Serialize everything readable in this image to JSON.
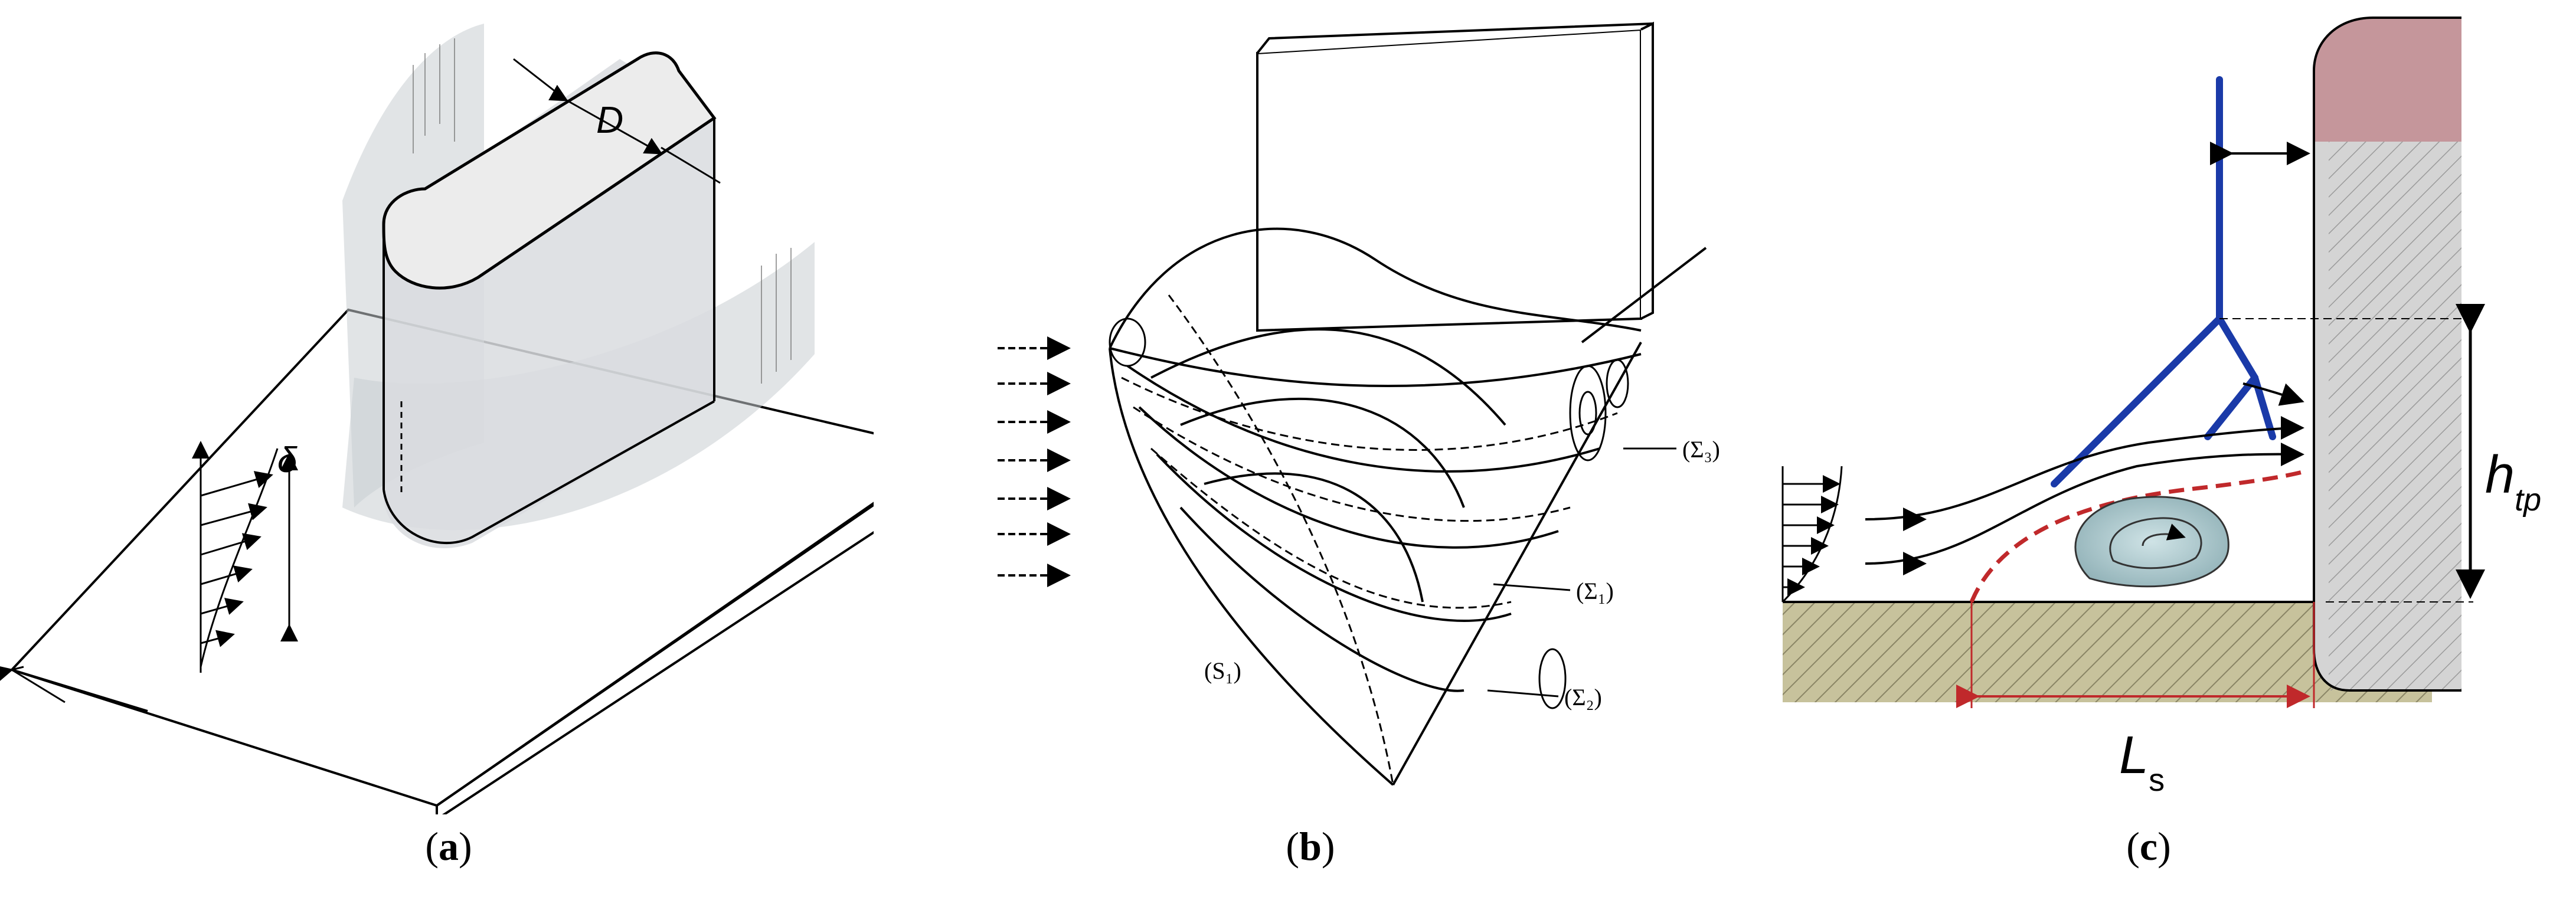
{
  "panels": [
    {
      "id": "a",
      "caption_open": "(",
      "caption_letter": "a",
      "caption_close": ")",
      "labels": {
        "diameter": "D",
        "boundary_layer": "δ"
      }
    },
    {
      "id": "b",
      "caption_open": "(",
      "caption_letter": "b",
      "caption_close": ")",
      "labels": {
        "sigma3": "(Σ₃)",
        "sigma1": "(Σ₁)",
        "sigma2": "(Σ₂)",
        "s1": "(S₁)"
      }
    },
    {
      "id": "c",
      "caption_open": "(",
      "caption_letter": "c",
      "caption_close": ")",
      "labels": {
        "h_main": "h",
        "h_sub": "tp",
        "l_main": "L",
        "l_sub": "s"
      }
    }
  ],
  "colors": {
    "line": "#000000",
    "shading": "#c9cdd2",
    "blue_line": "#1a3aa8",
    "red_dashed": "#c0292b",
    "vortex_fill": "#a9c4c9",
    "ground": "#c7c29c",
    "wall": "#d4d4d4",
    "wall_top": "#c5969b"
  }
}
